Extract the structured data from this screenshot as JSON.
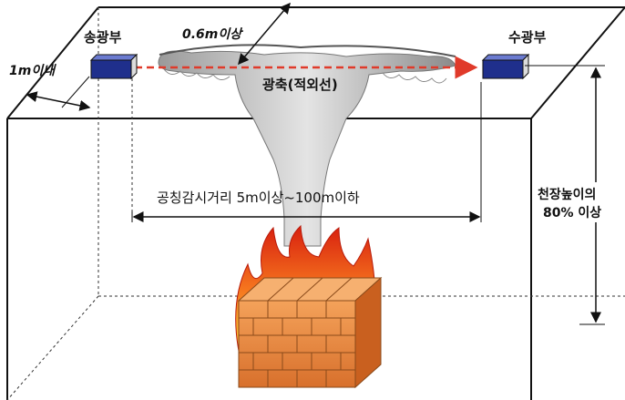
{
  "labels": {
    "transmitter": "송광부",
    "receiver": "수광부",
    "distance_from_wall": "1m이내",
    "distance_from_ceiling": "0.6m이상",
    "optical_axis": "광축(적외선)",
    "monitoring_distance": "공칭감시거리 5m이상~100m이하",
    "ceiling_height_line1": "천장높이의",
    "ceiling_height_line2": "80% 이상"
  },
  "colors": {
    "box_line": "#111111",
    "detector_blue": "#1f2f8c",
    "beam": "#e03a2a",
    "smoke": "#8c8c8c",
    "brick": "#e8843a",
    "flame": "#e8341c"
  }
}
